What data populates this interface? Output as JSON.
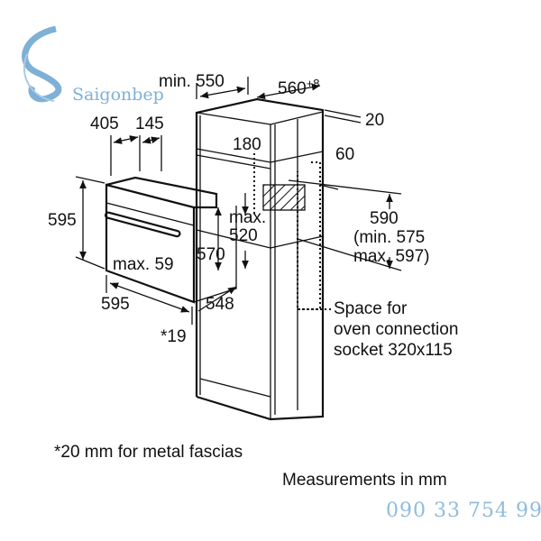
{
  "logo": {
    "text": "Saigonbep",
    "color": "#7fb0d6"
  },
  "dimensions": {
    "min_550": "min. 550",
    "d560": "560",
    "d560_sup": "+8",
    "d20": "20",
    "d405": "405",
    "d145": "145",
    "d180": "180",
    "d60": "60",
    "d595_height": "595",
    "max_520_a": "max.",
    "max_520_b": "520",
    "d590": "590",
    "min_575": "(min. 575",
    "max_597": "max. 597)",
    "max_59": "max. 59",
    "d570": "570",
    "d595_width": "595",
    "d548": "548",
    "d19": "*19"
  },
  "socket_note": [
    "Space for",
    "oven connection",
    "socket 320x115"
  ],
  "footnote": "*20 mm for metal fascias",
  "units_note": "Measurements in mm",
  "phone": "090 33 754 99"
}
